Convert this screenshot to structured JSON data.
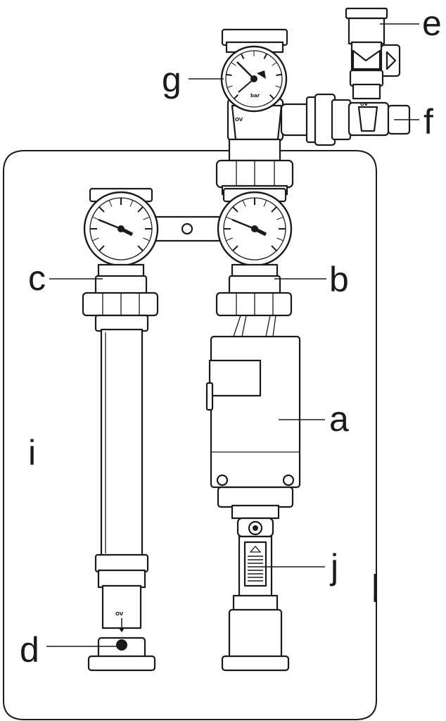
{
  "diagram": {
    "labels": {
      "a": "a",
      "b": "b",
      "c": "c",
      "d": "d",
      "e": "e",
      "f": "f",
      "g": "g",
      "i": "i",
      "j": "j"
    },
    "markings": {
      "check_valve_top": "OV",
      "check_valve_bottom": "OV",
      "check_valve_side": "OV",
      "gauge_unit": "bar"
    }
  }
}
